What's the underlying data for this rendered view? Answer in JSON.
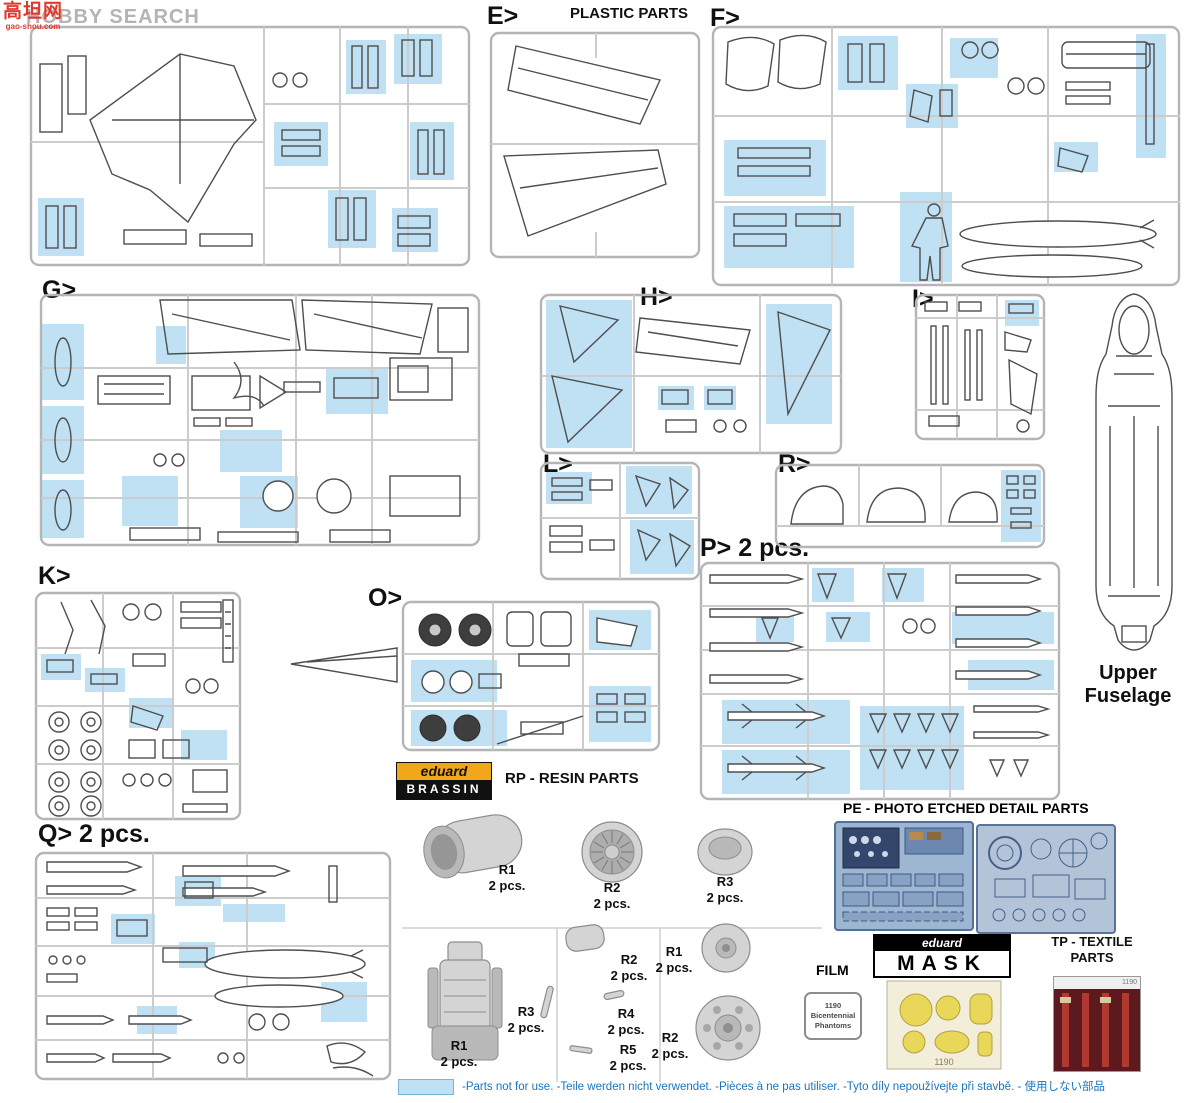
{
  "watermark": {
    "site_cn": "高坦网",
    "site_url": "gao-shou.com",
    "retailer": "HOBBY SEARCH"
  },
  "headers": {
    "plastic_parts": "PLASTIC PARTS",
    "resin_parts": "RP - RESIN PARTS",
    "pe_parts": "PE - PHOTO ETCHED DETAIL PARTS",
    "film": "FILM",
    "textile_line1": "TP - TEXTILE",
    "textile_line2": "PARTS",
    "upper_fuselage_line1": "Upper",
    "upper_fuselage_line2": "Fuselage"
  },
  "sprues": {
    "e": "E>",
    "f": "F>",
    "g": "G>",
    "h": "H>",
    "i": "I>",
    "k": "K>",
    "l": "L>",
    "o": "O>",
    "p": "P> 2 pcs.",
    "q": "Q> 2 pcs.",
    "r": "R>"
  },
  "logos": {
    "brassin_brand": "eduard",
    "brassin_name": "BRASSIN",
    "mask_brand": "eduard",
    "mask_name": "MASK"
  },
  "resin_items": [
    {
      "id": "R1",
      "qty": "2 pcs."
    },
    {
      "id": "R2",
      "qty": "2 pcs."
    },
    {
      "id": "R3",
      "qty": "2 pcs."
    },
    {
      "id": "R1",
      "qty": "2 pcs."
    },
    {
      "id": "R3",
      "qty": "2 pcs."
    },
    {
      "id": "R2",
      "qty": "2 pcs."
    },
    {
      "id": "R4",
      "qty": "2 pcs."
    },
    {
      "id": "R5",
      "qty": "2 pcs."
    },
    {
      "id": "R1",
      "qty": "2 pcs."
    },
    {
      "id": "R2",
      "qty": "2 pcs."
    }
  ],
  "film_label": {
    "line1": "1190",
    "line2": "Bicentennial",
    "line3": "Phantoms"
  },
  "mask_sheet_number": "1190",
  "textile_sheet_number": "1190",
  "footer": {
    "note": "-Parts not for use. -Teile werden nicht verwendet. -Pièces à ne pas utiliser. -Tyto díly nepoužívejte při stavbě. -  使用しない部品"
  },
  "colors": {
    "unused_highlight": "#bfe1f3",
    "footer_blue": "#1b75bc"
  }
}
